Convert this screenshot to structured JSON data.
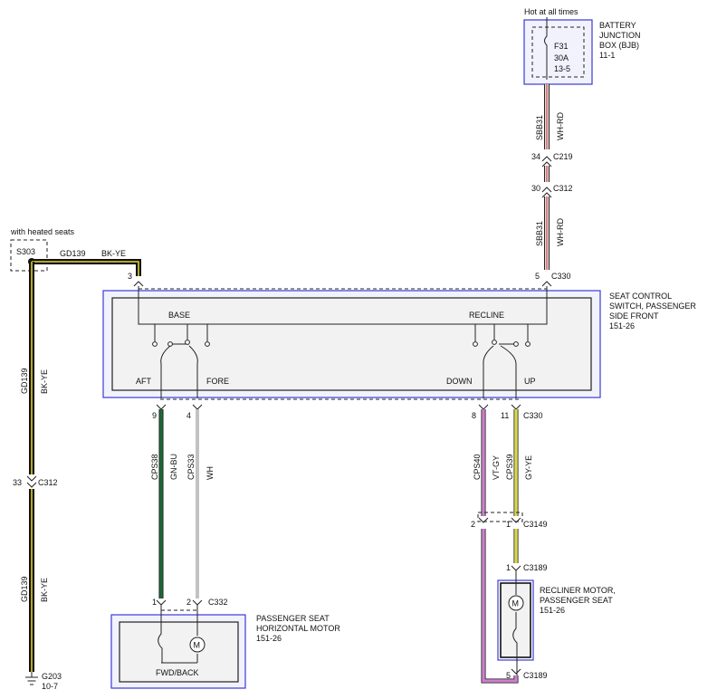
{
  "colors": {
    "wh_rd_main": "#f0d8d8",
    "wh_rd_stripe": "#c0504d",
    "bk_ye_main": "#111111",
    "bk_ye_stripe": "#e8d830",
    "gn_bu": "#1e6a32",
    "wh": "#ffffff",
    "vt_gy": "#cc80cc",
    "gy_ye": "#d8d850",
    "module_border": "#3a3ad8",
    "module_fill": "#f2f2fc"
  },
  "battery": {
    "hot": "Hot at all times",
    "fuse": "F31",
    "amps": "30A",
    "ref": "13-5",
    "name1": "BATTERY",
    "name2": "JUNCTION",
    "name3": "BOX (BJB)",
    "page": "11-1"
  },
  "top_wire": {
    "circuit": "SBB31",
    "color": "WH-RD",
    "pin_c219": "34",
    "c219": "C219",
    "pin_c312": "30",
    "c312": "C312",
    "circuit2": "SBB31",
    "color2": "WH-RD",
    "pin_c330": "5",
    "c330": "C330"
  },
  "splice": {
    "note": "with heated seats",
    "name": "S303",
    "circuit": "GD139",
    "color": "BK-YE",
    "pin3": "3"
  },
  "ground_wire": {
    "circuit1": "GD139",
    "color1": "BK-YE",
    "pin_c312": "33",
    "c312": "C312",
    "circuit2": "GD139",
    "color2": "BK-YE",
    "ground": "G203",
    "ground_page": "10-7"
  },
  "switch": {
    "name1": "SEAT CONTROL",
    "name2": "SWITCH, PASSENGER",
    "name3": "SIDE FRONT",
    "page": "151-26",
    "base": "BASE",
    "recline": "RECLINE",
    "aft": "AFT",
    "fore": "FORE",
    "down": "DOWN",
    "up": "UP",
    "pin9": "9",
    "pin4": "4",
    "pin8": "8",
    "pin11": "11",
    "c330": "C330"
  },
  "left_wires": {
    "cps38": "CPS38",
    "gn_bu": "GN-BU",
    "cps33": "CPS33",
    "wh": "WH",
    "pin1": "1",
    "pin2": "2",
    "c332": "C332"
  },
  "right_wires": {
    "cps40": "CPS40",
    "vt_gy": "VT-GY",
    "cps39": "CPS39",
    "gy_ye": "GY-YE",
    "pin2": "2",
    "pin1": "1",
    "c3149": "C3149",
    "pin1b": "1",
    "c3189a": "C3189",
    "pin5": "5",
    "c3189b": "C3189"
  },
  "horiz_motor": {
    "name1": "PASSENGER SEAT",
    "name2": "HORIZONTAL MOTOR",
    "page": "151-26",
    "label": "FWD/BACK",
    "m": "M"
  },
  "recliner_motor": {
    "name1": "RECLINER MOTOR,",
    "name2": "PASSENGER SEAT",
    "page": "151-26",
    "m": "M"
  }
}
